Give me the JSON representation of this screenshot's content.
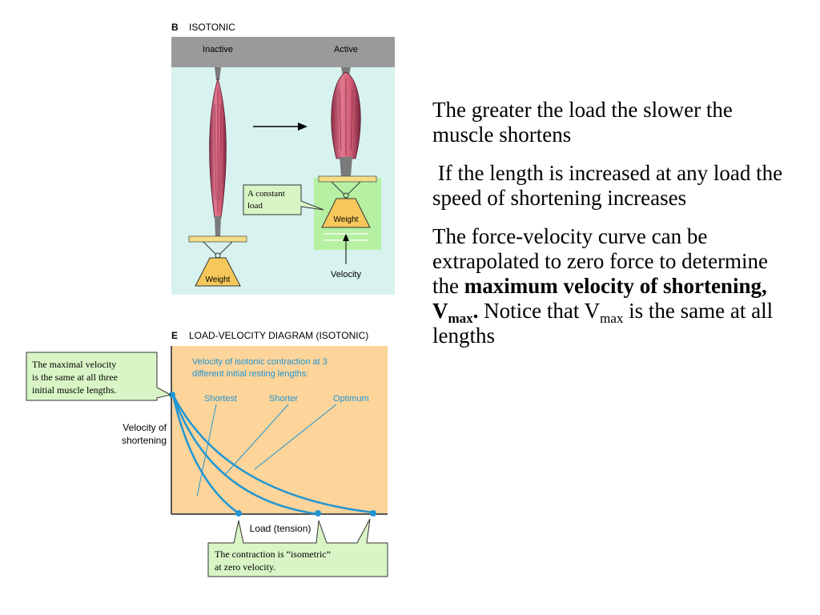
{
  "isotonic_panel": {
    "panel_letter": "B",
    "panel_title": "ISOTONIC",
    "inactive_label": "Inactive",
    "active_label": "Active",
    "constant_load_line1": "A constant",
    "constant_load_line2": "load",
    "weight_label_left": "Weight",
    "weight_label_right": "Weight",
    "velocity_label": "Velocity"
  },
  "load_velocity_panel": {
    "panel_letter": "E",
    "panel_title": "LOAD-VELOCITY DIAGRAM (ISOTONIC)",
    "caption_line1": "Velocity of isotonic contraction at 3",
    "caption_line2": "different initial resting lengths:",
    "curve_labels": [
      "Shortest",
      "Shorter",
      "Optimum"
    ],
    "y_axis_label_line1": "Velocity of",
    "y_axis_label_line2": "shortening",
    "x_axis_label": "Load (tension)",
    "callout_vmax_lines": [
      "The maximal velocity",
      "is the same at all three",
      "initial muscle lengths."
    ],
    "callout_isometric_line1": "The contraction is “isometric”",
    "callout_isometric_line2": "at zero velocity.",
    "colors": {
      "background": "#fdd49a",
      "curve": "#2196d3",
      "callout_fill": "#d9f5c6"
    }
  },
  "right_text": {
    "para1": "The greater the load the slower the muscle shortens",
    "para2": " If the length is increased at any load the speed of shortening increases",
    "para3_pre": "The force-velocity curve can be extrapolated to zero force to determine the ",
    "para3_bold": "maximum velocity of shortening, V",
    "para3_bold_sub": "max",
    "para3_bold_end": ".",
    "para3_post_pre": " Notice that V",
    "para3_post_sub": "max",
    "para3_post_end": " is the same at all lengths"
  }
}
